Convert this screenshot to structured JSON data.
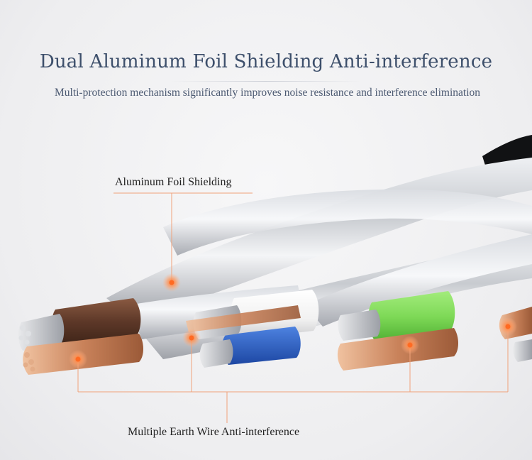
{
  "header": {
    "title": "Dual Aluminum Foil Shielding Anti-interference",
    "subtitle": "Multi-protection mechanism significantly improves noise resistance and interference elimination"
  },
  "callouts": {
    "foil_label": "Aluminum Foil Shielding",
    "earth_label": "Multiple Earth Wire Anti-interference"
  },
  "colors": {
    "title": "#3d4f6b",
    "callout_line": "#f0a27a",
    "callout_dot": "#f57f3f",
    "insulation_brown": "#6b4330",
    "insulation_white": "#f4f4f4",
    "insulation_blue": "#2f64c9",
    "insulation_green": "#7ed957",
    "copper": "#c9825a",
    "foil": "#c9cbd0"
  },
  "icons": {
    "callout_marker": "glowing-dot-icon"
  }
}
